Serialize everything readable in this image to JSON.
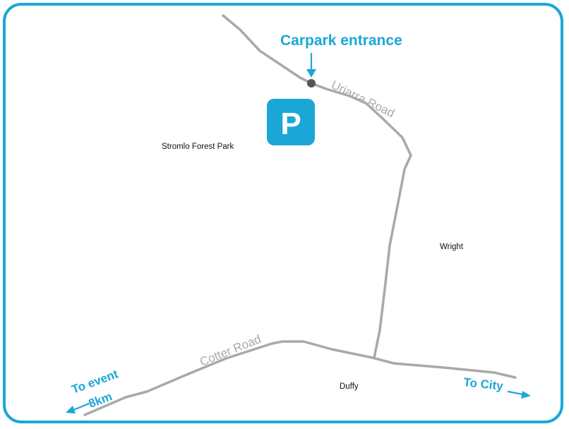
{
  "map": {
    "accent_color": "#1aa7d8",
    "road_color": "#a9a9a9",
    "parking_sign": {
      "letter": "P",
      "icon": "parking-icon",
      "color": "#1aa7d8"
    },
    "carpark_label": "Carpark entrance",
    "roads": {
      "uriarra": "Uriarra Road",
      "cotter": "Cotter Road"
    },
    "places": {
      "stromlo": "Stromlo Forest Park",
      "wright": "Wright",
      "duffy": "Duffy"
    },
    "directions": {
      "to_event_line1": "To event",
      "to_event_line2": "8km",
      "to_city": "To City"
    }
  }
}
